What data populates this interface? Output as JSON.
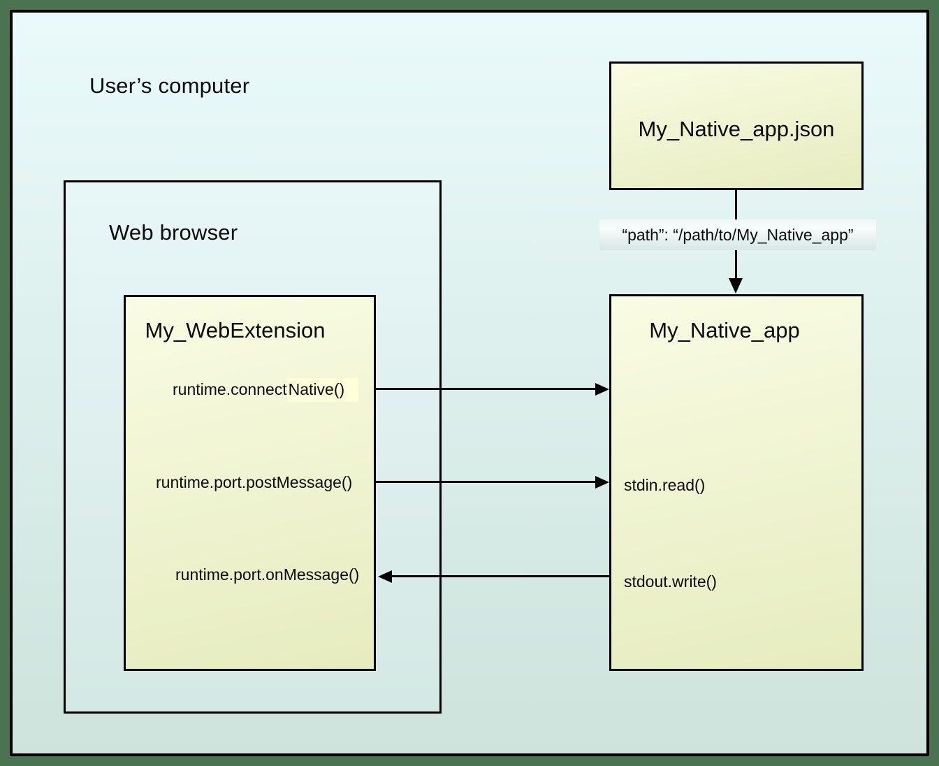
{
  "colors": {
    "frame_green": "#4a7451",
    "bg_top": "#eafafb",
    "bg_bottom": "#cee3dc",
    "browser_top": "#e8f6f8",
    "browser_bottom": "#d4e8e4",
    "box_yellow_top": "#f9fce3",
    "box_yellow_bottom": "#e6ecbf",
    "highlight_yellow": "#feffd8",
    "path_label_top": "#eff7f7",
    "path_label_bottom": "#d8e7e5",
    "line_black": "#000000"
  },
  "labels": {
    "user_computer": "User’s computer",
    "web_browser": "Web browser"
  },
  "webextension": {
    "title": "My_WebExtension",
    "connect_native_prefix": "runtime.connect",
    "connect_native_highlight": "Native()",
    "post_message": "runtime.port.postMessage()",
    "on_message": "runtime.port.onMessage()"
  },
  "native_app_json": {
    "title": "My_Native_app.json"
  },
  "path_annotation": "“path”: “/path/to/My_Native_app”",
  "native_app": {
    "title": "My_Native_app",
    "stdin_read": "stdin.read()",
    "stdout_write": "stdout.write()"
  }
}
